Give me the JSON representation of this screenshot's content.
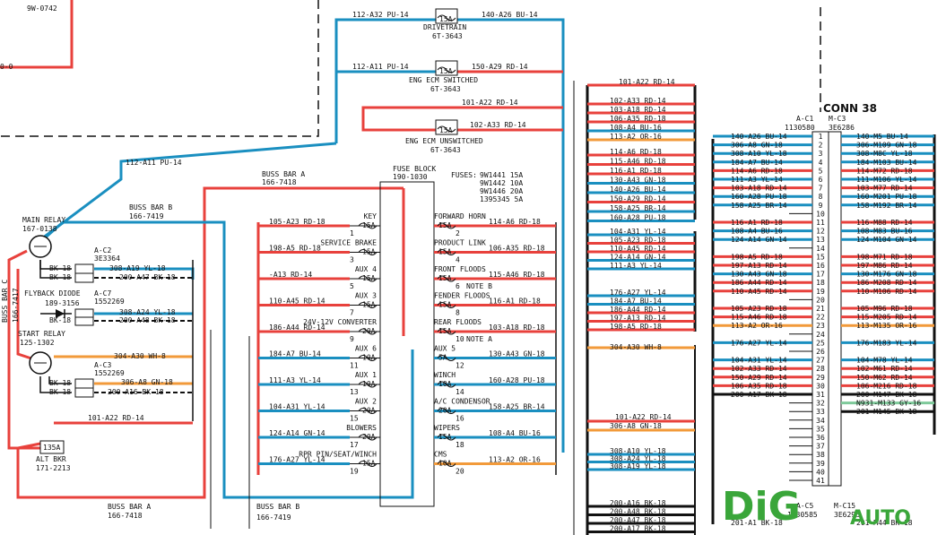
{
  "top": {
    "w_9w0742": "9W-0742",
    "w_0_0": "0-0",
    "w_112_a32": "112-A32 PU-14",
    "w_140_a26": "140-A26 BU-14",
    "w_112_a11_top": "112-A11 PU-14",
    "w_150_a29": "150-A29 RD-14",
    "w_101_a22_top": "101-A22 RD-14",
    "w_102_a33": "102-A33 RD-14",
    "w_112_a11_left": "112-A11 PU-14",
    "f1_amp": "15A",
    "f1_name": "DRIVETRAIN",
    "f1_pn": "6T-3643",
    "f2_amp": "15A",
    "f2_name": "ENG ECM SWITCHED",
    "f2_pn": "6T-3643",
    "f3_amp": "15A",
    "f3_name": "ENG ECM UNSWITCHED",
    "f3_pn": "6T-3643"
  },
  "left": {
    "buss_bar_a": "BUSS BAR A",
    "buss_bar_a_pn": "166-7418",
    "buss_bar_b": "BUSS BAR B",
    "buss_bar_b_pn": "166-7419",
    "main_relay": "MAIN RELAY",
    "main_relay_pn": "167-0138",
    "buss_bar_c": "BUSS BAR C",
    "buss_bar_c_pn": "166-7417",
    "c2": "A-C2",
    "c2_pn": "3E3364",
    "flyback": "FLYBACK DIODE",
    "flyback_pn": "189-3156",
    "c7": "A-C7",
    "c7_pn": "1552269",
    "start_relay": "START RELAY",
    "start_relay_pn": "125-1302",
    "c3": "A-C3",
    "c3_pn": "1552269",
    "bk1": "BK-18",
    "bk2": "BK-18",
    "bk3": "BK-18",
    "bk4": "BK-18",
    "bk5": "BK-18",
    "w308_a19": "308-A19 YL-18",
    "w200_a47": "200-A47 BK-18",
    "w308_a24": "308-A24 YL-18",
    "w200_a48": "200-A48 BK-18",
    "w304_a30": "304-A30 WH-8",
    "w306_a8": "306-A8 GN-18",
    "w200_a16": "200-A16 BK-18",
    "w101_a22": "101-A22 RD-14",
    "alt_bkr": "ALT BKR",
    "alt_bkr_pn": "171-2213",
    "alt_amp": "135A",
    "bottom_buss_a": "BUSS BAR A",
    "bottom_buss_a_pn": "166-7418",
    "bottom_buss_b": "BUSS BAR B",
    "bottom_buss_b_pn": "166-7419"
  },
  "fuse_block": {
    "title": "FUSE BLOCK",
    "pn": "190-1030",
    "fuses_title": "FUSES:",
    "fuse_list": [
      "9W1441  15A",
      "9W1442  10A",
      "9W1446  20A",
      "1395345 5A"
    ],
    "left_rows": [
      {
        "wire": "105-A23 RD-18",
        "name": "KEY",
        "amp": "15A",
        "num": "1"
      },
      {
        "wire": "198-A5 RD-18",
        "name": "SERVICE BRAKE",
        "amp": "15A",
        "num": "3"
      },
      {
        "wire": "-A13 RD-14",
        "name": "AUX 4",
        "amp": "15A",
        "num": "5"
      },
      {
        "wire": "110-A45 RD-14",
        "name": "AUX 3",
        "amp": "15A",
        "num": "7"
      },
      {
        "wire": "186-A44 RD-14",
        "name": "24V-12V CONVERTER",
        "amp": "20A",
        "num": "9"
      },
      {
        "wire": "184-A7 BU-14",
        "name": "AUX 6",
        "amp": "10A",
        "num": "11"
      },
      {
        "wire": "111-A3 YL-14",
        "name": "AUX 1",
        "amp": "10A",
        "num": "13"
      },
      {
        "wire": "104-A31 YL-14",
        "name": "AUX 2",
        "amp": "20A",
        "num": "15"
      },
      {
        "wire": "124-A14 GN-14",
        "name": "BLOWERS",
        "amp": "20A",
        "num": "17"
      },
      {
        "wire": "176-A27 YL-14",
        "name": "RPR PIN/SEAT/WINCH",
        "amp": "15A",
        "num": "19"
      }
    ],
    "right_rows": [
      {
        "wire": "114-A6 RD-18",
        "name": "FORWARD HORN",
        "amp": "15A",
        "num": "2",
        "note": ""
      },
      {
        "wire": "106-A35 RD-18",
        "name": "PRODUCT LINK",
        "amp": "15A",
        "num": "4",
        "note": ""
      },
      {
        "wire": "115-A46 RD-18",
        "name": "FRONT FLOODS",
        "amp": "15A",
        "num": "6",
        "note": "NOTE B"
      },
      {
        "wire": "116-A1 RD-18",
        "name": "FENDER FLOODS",
        "amp": "15A",
        "num": "8",
        "note": ""
      },
      {
        "wire": "103-A18 RD-18",
        "name": "REAR FLOODS",
        "amp": "15A",
        "num": "10",
        "note": "NOTE A"
      },
      {
        "wire": "130-A43 GN-18",
        "name": "AUX 5",
        "amp": "5A",
        "num": "12",
        "note": ""
      },
      {
        "wire": "160-A28 PU-18",
        "name": "WINCH",
        "amp": "10A",
        "num": "14",
        "note": ""
      },
      {
        "wire": "158-A25 BR-14",
        "name": "A/C CONDENSOR",
        "amp": "20A",
        "num": "16",
        "note": ""
      },
      {
        "wire": "108-A4 BU-16",
        "name": "WIPERS",
        "amp": "15A",
        "num": "18",
        "note": ""
      },
      {
        "wire": "113-A2 OR-16",
        "name": "CMS",
        "amp": "10A",
        "num": "20",
        "note": ""
      }
    ]
  },
  "middle_bus": {
    "top_label": "101-A22 RD-14",
    "group1": [
      "102-A33 RD-14",
      "103-A18 RD-14",
      "106-A35 RD-18",
      "108-A4 BU-16",
      "113-A2 OR-16"
    ],
    "group2": [
      "114-A6 RD-18",
      "115-A46 RD-18",
      "116-A1 RD-18",
      "130-A43 GN-18",
      "140-A26 BU-14",
      "150-A29 RD-14",
      "158-A25 BR-14",
      "160-A28 PU-18"
    ],
    "group3": [
      "104-A31 YL-14",
      "105-A23 RD-18",
      "110-A45 RD-14",
      "124-A14 GN-14",
      "111-A3 YL-14"
    ],
    "group4": [
      "176-A27 YL-14",
      "184-A7 BU-14",
      "186-A44 RD-14",
      "197-A13 RD-14",
      "198-A5 RD-18"
    ],
    "w304": "304-A30 WH-8",
    "w101": "101-A22 RD-14",
    "w306": "306-A8 GN-18",
    "group5": [
      "308-A10 YL-18",
      "308-A24 YL-18",
      "308-A19 YL-18"
    ],
    "group6": [
      "200-A16 BK-18",
      "200-A48 BK-18",
      "200-A47 BK-18",
      "200-A17 BK-18"
    ]
  },
  "conn38": {
    "title": "CONN 38",
    "ac1": "A-C1",
    "ac1_pn": "1130580",
    "mc3": "M-C3",
    "mc3_pn": "3E6286",
    "c5": "A-C5",
    "c5_pn": "1130585",
    "c15": "M-C15",
    "c15_pn": "3E6296",
    "left_wires": [
      "140-A26 BU-14",
      "306-A8 GN-18",
      "308-A10 YL-18",
      "184-A7 BU-14",
      "114-A6 RD-18",
      "111-A3 YL-14",
      "103-A18 RD-14",
      "160-A28 PU-18",
      "158-A25 BR-14",
      "",
      "116-A1 RD-18",
      "108-A4 BU-16",
      "124-A14 GN-14",
      "",
      "198-A5 RD-18",
      "197-A13 RD-14",
      "130-A43 GN-18",
      "186-A44 RD-14",
      "110-A45 RD-14",
      "",
      "105-A23 RD-18",
      "115-A46 RD-18",
      "113-A2 OR-16",
      "",
      "176-A27 YL-14",
      "",
      "104-A31 YL-14",
      "102-A33 RD-14",
      "150-A29 RD-14",
      "106-A35 RD-18",
      "200-A17 BK-18",
      "",
      "",
      "",
      "",
      "",
      "",
      "",
      "",
      "",
      ""
    ],
    "right_wires": [
      "140-M5 BU-14",
      "306-M109 GN-18",
      "308-M8C YL-18",
      "184-M103 BU-14",
      "114-M72 RD-18",
      "111-M106 YL-14",
      "103-M77 RD-14",
      "160-M201 PU-18",
      "158-M192 BR-14",
      "",
      "116-M88 RD-14",
      "108-M83 BU-16",
      "124-M104 GN-14",
      "",
      "198-M71 RD-18",
      "197-M86 RD-14",
      "130-M176 GN-18",
      "186-M208 RD-14",
      "110-M106 RD-14",
      "",
      "105-M96 RD-18",
      "115-M205 RD-14",
      "113-M135 OR-16",
      "",
      "176-M183 YL-14",
      "",
      "104-M78 YL-14",
      "102-M61 RD-14",
      "150-M62 RD-14",
      "106-M216 RD-18",
      "200-M147 BK-18",
      "N931-M133 GY-16",
      "201-M145 BK-18",
      "",
      "",
      "",
      "",
      "",
      "",
      "",
      ""
    ],
    "bottom_left": "201-A1 BK-18",
    "bottom_right": "201-M44 BK-18"
  },
  "logo": {
    "part1": "DiG",
    "part2": "AUTO"
  },
  "colors": {
    "red": "#e8413c",
    "blue": "#1a8fc0",
    "orange": "#f29a3a",
    "black": "#111111",
    "green": "#7ec99a",
    "logo_green": "#3aa63a"
  }
}
